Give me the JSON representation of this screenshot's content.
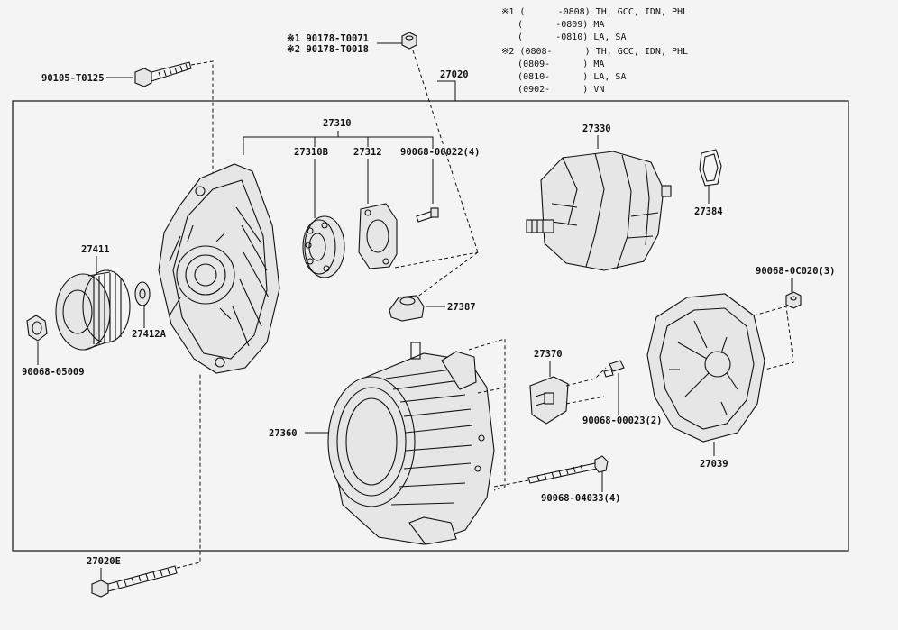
{
  "notes": {
    "line1": "※1 (      -0808) TH, GCC, IDN, PHL",
    "line2": "   (      -0809) MA",
    "line3": "   (      -0810) LA, SA",
    "line4": "※2 (0808-      ) TH, GCC, IDN, PHL",
    "line5": "   (0809-      ) MA",
    "line6": "   (0810-      ) LA, SA",
    "line7": "   (0902-      ) VN"
  },
  "labels": {
    "p_90178_1": "※1 90178-T0071",
    "p_90178_2": "※2 90178-T0018",
    "p_90105": "90105-T0125",
    "p_27020": "27020",
    "p_27310": "27310",
    "p_27310B": "27310B",
    "p_27312": "27312",
    "p_90068_00022": "90068-00022(4)",
    "p_27330": "27330",
    "p_27384": "27384",
    "p_27411": "27411",
    "p_27412A": "27412A",
    "p_90068_05009": "90068-05009",
    "p_90068_0C020": "90068-0C020(3)",
    "p_27387": "27387",
    "p_27370": "27370",
    "p_90068_00023": "90068-00023(2)",
    "p_27360": "27360",
    "p_27039": "27039",
    "p_90068_04033": "90068-04033(4)",
    "p_27020E": "27020E"
  }
}
